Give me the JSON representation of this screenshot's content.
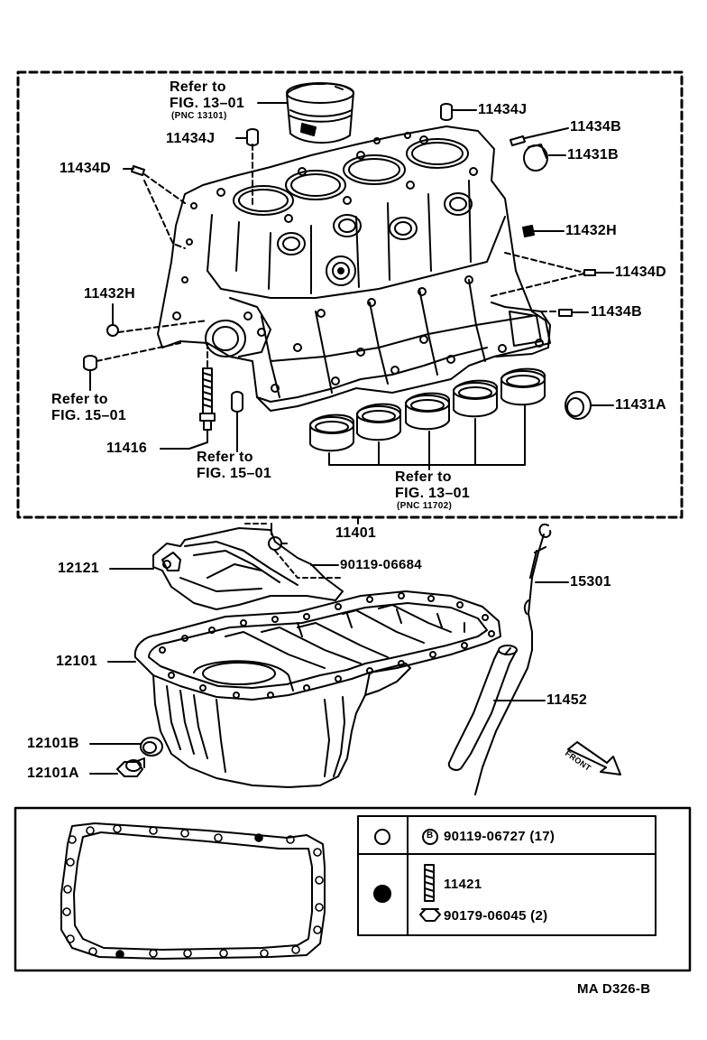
{
  "parts": {
    "p11434J_a": "11434J",
    "p11434B_a": "11434B",
    "p11431B": "11431B",
    "p11434J_b": "11434J",
    "p11434D_a": "11434D",
    "p11432H_a": "11432H",
    "p11434D_b": "11434D",
    "p11432H_b": "11432H",
    "p11434B_b": "11434B",
    "p11431A": "11431A",
    "p11416": "11416",
    "p11401": "11401",
    "p12121": "12121",
    "p90119_06684": "90119-06684",
    "p15301": "15301",
    "p12101": "12101",
    "p11452": "11452",
    "p12101B": "12101B",
    "p12101A": "12101A"
  },
  "refs": {
    "piston_line1": "Refer to",
    "piston_line2": "FIG. 13–01",
    "piston_pnc": "(PNC 13101)",
    "left_line1": "Refer to",
    "left_line2": "FIG. 15–01",
    "mid_line1": "Refer to",
    "mid_line2": "FIG. 15–01",
    "bearing_line1": "Refer to",
    "bearing_line2": "FIG. 13–01",
    "bearing_pnc": "(PNC 11702)"
  },
  "front_label": "FRONT",
  "legend": {
    "row1_part": "90119-06727 (17)",
    "row1_mark": "B",
    "row2_part_a": "11421",
    "row2_part_b": "90179-06045 (2)"
  },
  "figure_code": "MA D326-B"
}
